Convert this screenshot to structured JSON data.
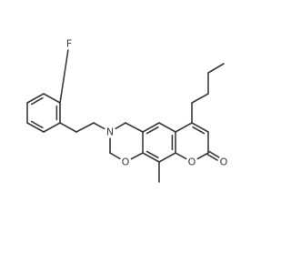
{
  "molecule": {
    "atoms": [
      {
        "id": "F",
        "label": "F"
      },
      {
        "id": "N1",
        "label": "N"
      },
      {
        "id": "O1",
        "label": "O"
      },
      {
        "id": "O2",
        "label": "O"
      },
      {
        "id": "O3",
        "label": "O"
      }
    ],
    "colors": {
      "bond": "#3a3a3a",
      "label": "#3a3a3a",
      "background": "#ffffff"
    }
  }
}
